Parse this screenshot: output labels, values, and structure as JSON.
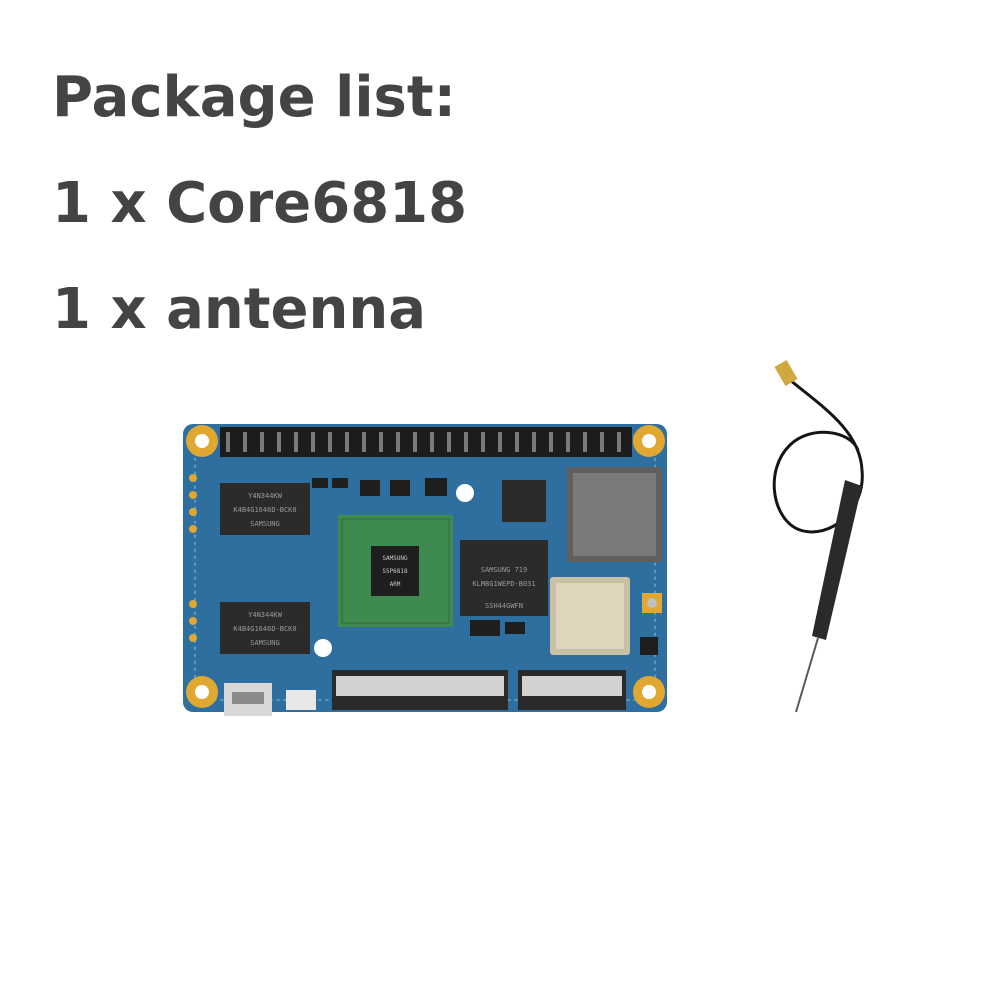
{
  "package_list": {
    "heading": "Package list:",
    "items": [
      "1 x Core6818",
      "1 x antenna"
    ]
  },
  "board": {
    "chip_labels": {
      "soc": [
        "SAMSUNG",
        "S5P6818",
        "ARM"
      ],
      "emmc": [
        "SAMSUNG 719",
        "KLM8G1WEPD-B031",
        "SSH44GWFN"
      ],
      "ram_top": [
        "Y4N344KW",
        "K4B4G1646D-BCK0",
        "SAMSUNG"
      ],
      "ram_bottom": [
        "Y4N344KW",
        "K4B4G1646D-BCK0",
        "SAMSUNG"
      ]
    }
  },
  "colors": {
    "text": "#444444",
    "pcb": "#2f6f9f",
    "pcb_light": "#5a9cc6",
    "gold": "#e0a830",
    "header": "#1c1c1c",
    "soc_pkg": "#3f8a4f"
  }
}
